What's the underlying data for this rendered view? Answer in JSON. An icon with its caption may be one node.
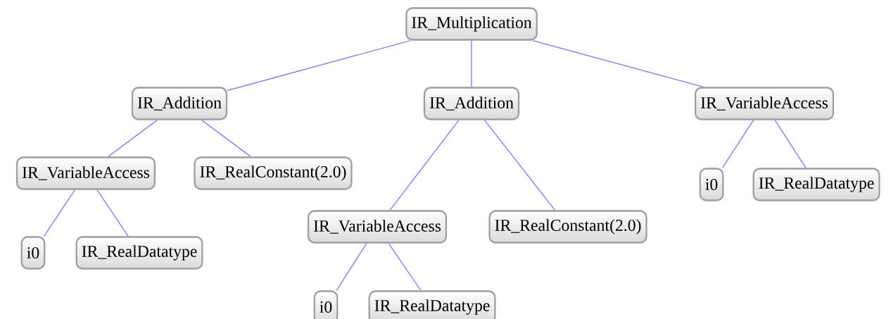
{
  "diagram": {
    "nodes": [
      {
        "text": [
          "IR_Multiplication"
        ]
      },
      {
        "text": [
          "IR_Addition"
        ]
      },
      {
        "text": [
          "IR_Addition"
        ]
      },
      {
        "text": [
          "IR_VariableAccess"
        ]
      },
      {
        "text": [
          "IR_VariableAccess"
        ]
      },
      {
        "text": [
          "IR_RealConstant(2.0)"
        ]
      },
      {
        "text": [
          "IR_VariableAccess"
        ]
      },
      {
        "text": [
          "IR_RealConstant(2.0)"
        ]
      },
      {
        "text": [
          "i0"
        ]
      },
      {
        "text": [
          "IR_RealDatatype"
        ]
      },
      {
        "text": [
          "i0"
        ]
      },
      {
        "text": [
          "IR_RealDatatype"
        ]
      },
      {
        "text": [
          "i0"
        ]
      },
      {
        "text": [
          "IR_RealDatatype"
        ]
      }
    ],
    "edges": [
      {
        "from": 0,
        "to": 1,
        "arrow": "none",
        "color": "#8080ff"
      },
      {
        "from": 0,
        "to": 2,
        "arrow": "none",
        "color": "#8080ff"
      },
      {
        "from": 0,
        "to": 3,
        "arrow": "none",
        "color": "#8080ff"
      },
      {
        "from": 1,
        "to": 4,
        "arrow": "none",
        "color": "#8080ff"
      },
      {
        "from": 1,
        "to": 5,
        "arrow": "none",
        "color": "#8080ff"
      },
      {
        "from": 2,
        "to": 6,
        "arrow": "none",
        "color": "#8080ff"
      },
      {
        "from": 2,
        "to": 7,
        "arrow": "none",
        "color": "#8080ff"
      },
      {
        "from": 3,
        "to": 8,
        "arrow": "none",
        "color": "#8080ff"
      },
      {
        "from": 3,
        "to": 9,
        "arrow": "none",
        "color": "#8080ff"
      },
      {
        "from": 4,
        "to": 10,
        "arrow": "none",
        "color": "#8080ff"
      },
      {
        "from": 4,
        "to": 11,
        "arrow": "none",
        "color": "#8080ff"
      },
      {
        "from": 6,
        "to": 12,
        "arrow": "none",
        "color": "#8080ff"
      },
      {
        "from": 6,
        "to": 13,
        "arrow": "none",
        "color": "#8080ff"
      }
    ]
  }
}
